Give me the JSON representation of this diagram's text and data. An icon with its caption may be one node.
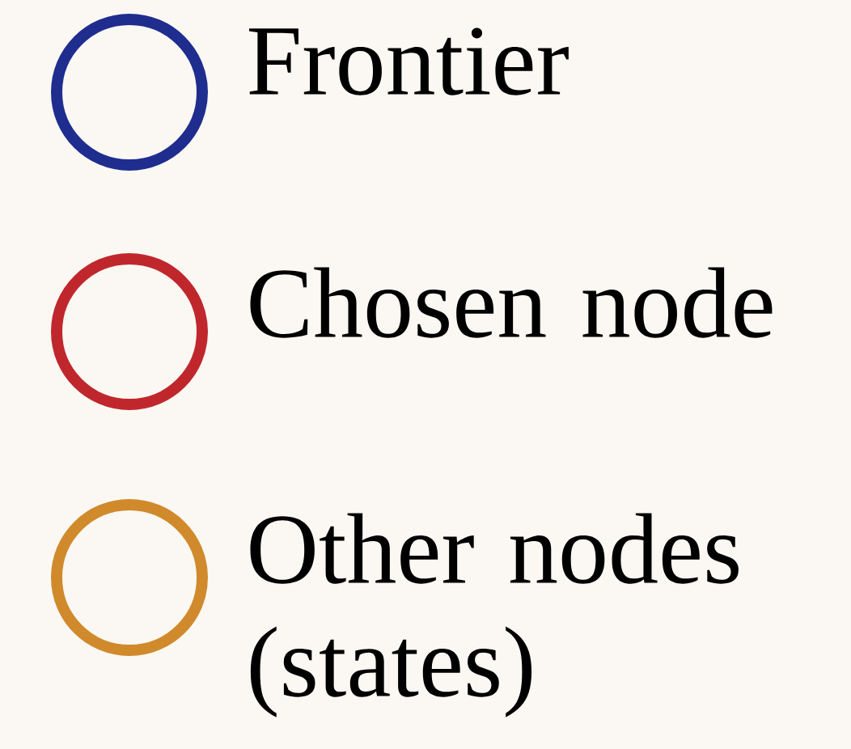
{
  "diagram": {
    "legend": [
      {
        "text": "Frontier",
        "color": "#1f2d8f"
      },
      {
        "text": "Chosen node",
        "color": "#c0272d"
      },
      {
        "text": "Other nodes (states)",
        "color": "#d08a2c"
      }
    ]
  }
}
